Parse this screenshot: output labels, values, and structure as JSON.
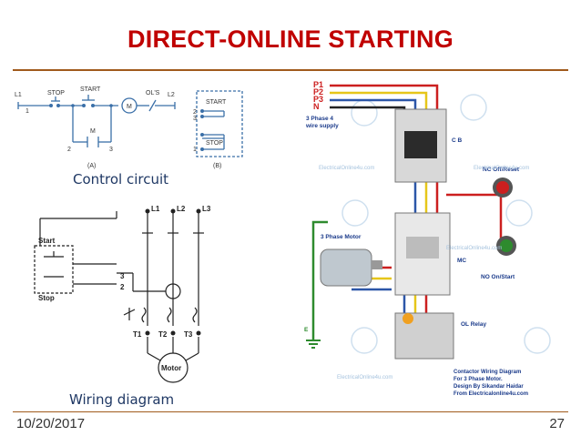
{
  "slide": {
    "title": "DIRECT-ONLINE STARTING",
    "footer_date": "10/20/2017",
    "page_number": "27",
    "accent_color": "#c00000",
    "rule_color": "#a05a1c"
  },
  "control_circuit": {
    "caption": "Control circuit",
    "diagram_a": {
      "label": "(A)",
      "l1": "L1",
      "l2": "L2",
      "stop": "STOP",
      "start": "START",
      "ols": "OL'S",
      "motor": "M",
      "aux_contact": "M",
      "n1": "1",
      "n2": "2",
      "n3": "3"
    },
    "diagram_b": {
      "label": "(B)",
      "start": "START",
      "stop": "STOP",
      "n2": "2",
      "n3": "3",
      "n1": "1"
    }
  },
  "wiring_diagram": {
    "caption": "Wiring diagram",
    "l1": "L1",
    "l2": "L2",
    "l3": "L3",
    "t1": "T1",
    "t2": "T2",
    "t3": "T3",
    "start": "Start",
    "stop": "Stop",
    "n3": "3",
    "n2": "2",
    "motor": "Motor"
  },
  "photo_diagram": {
    "p1": "P1",
    "p2": "P2",
    "p3": "P3",
    "n": "N",
    "supply": [
      "3 Phase 4",
      "wire supply"
    ],
    "cb": "C B",
    "nc": "NC Off/Reset",
    "motor": "3 Phase Motor",
    "mc": "MC",
    "no": "NO  On/Start",
    "ol": "OL Relay",
    "earth": "E",
    "watermark": "ElectricalOnline4u.com",
    "credits": [
      "Contactor Wiring Diagram",
      "For 3 Phase Motor.",
      "Design By Sikandar Haidar",
      "From Electricalonline4u.com"
    ]
  }
}
